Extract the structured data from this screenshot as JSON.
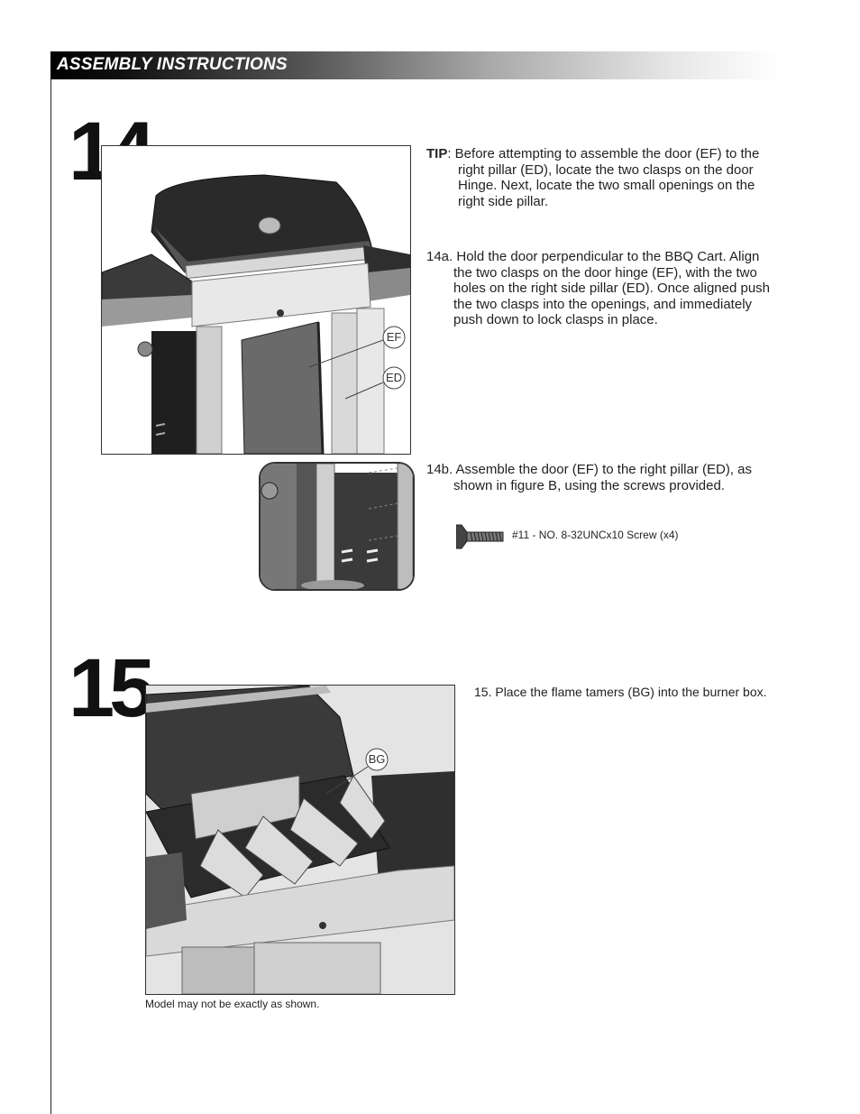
{
  "header": {
    "title": "ASSEMBLY INSTRUCTIONS"
  },
  "step14": {
    "number": "14",
    "tip_label": "TIP",
    "tip_lines": [
      ":  Before attempting to assemble the door (EF) to the",
      "right pillar (ED), locate the two clasps on the door",
      "Hinge.  Next, locate the two small openings on the",
      "right side pillar."
    ],
    "a_lines": [
      "14a. Hold the door perpendicular to the BBQ Cart.   Align",
      "the two clasps on the door hinge (EF), with the two",
      "holes on the right side pillar (ED).  Once aligned push",
      "the two clasps into the openings, and immediately",
      "push down to lock clasps in place."
    ],
    "b_lines": [
      "14b. Assemble the door (EF) to the right pillar (ED), as",
      "shown in figure B, using the screws provided."
    ],
    "screw_label": "#11 -  NO. 8-32UNCx10 Screw (x4)",
    "labels": {
      "ef": "EF",
      "ed": "ED"
    }
  },
  "step15": {
    "number": "15",
    "text": "15. Place the flame tamers (BG) into the burner box.",
    "label_bg": "BG",
    "caption": "Model may not be exactly as shown."
  }
}
